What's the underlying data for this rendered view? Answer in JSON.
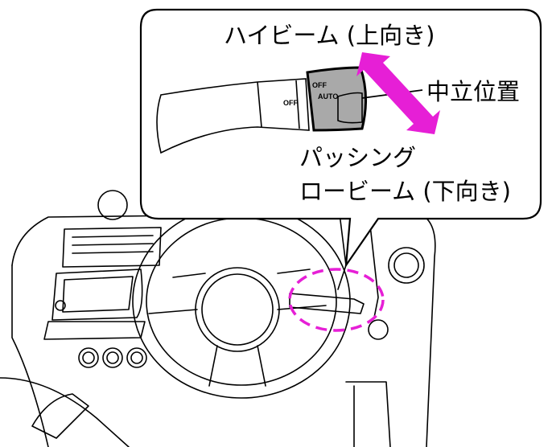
{
  "labels": {
    "high_beam": "ハイビーム (上向き)",
    "neutral": "中立位置",
    "passing": "パッシング",
    "low_beam": "ロービーム (下向き)"
  },
  "lever_marks": {
    "off": "OFF",
    "auto": "AUTO",
    "top": "OFF"
  },
  "colors": {
    "accent": "#e61fd6",
    "lever_gray": "#a9a9a9"
  }
}
